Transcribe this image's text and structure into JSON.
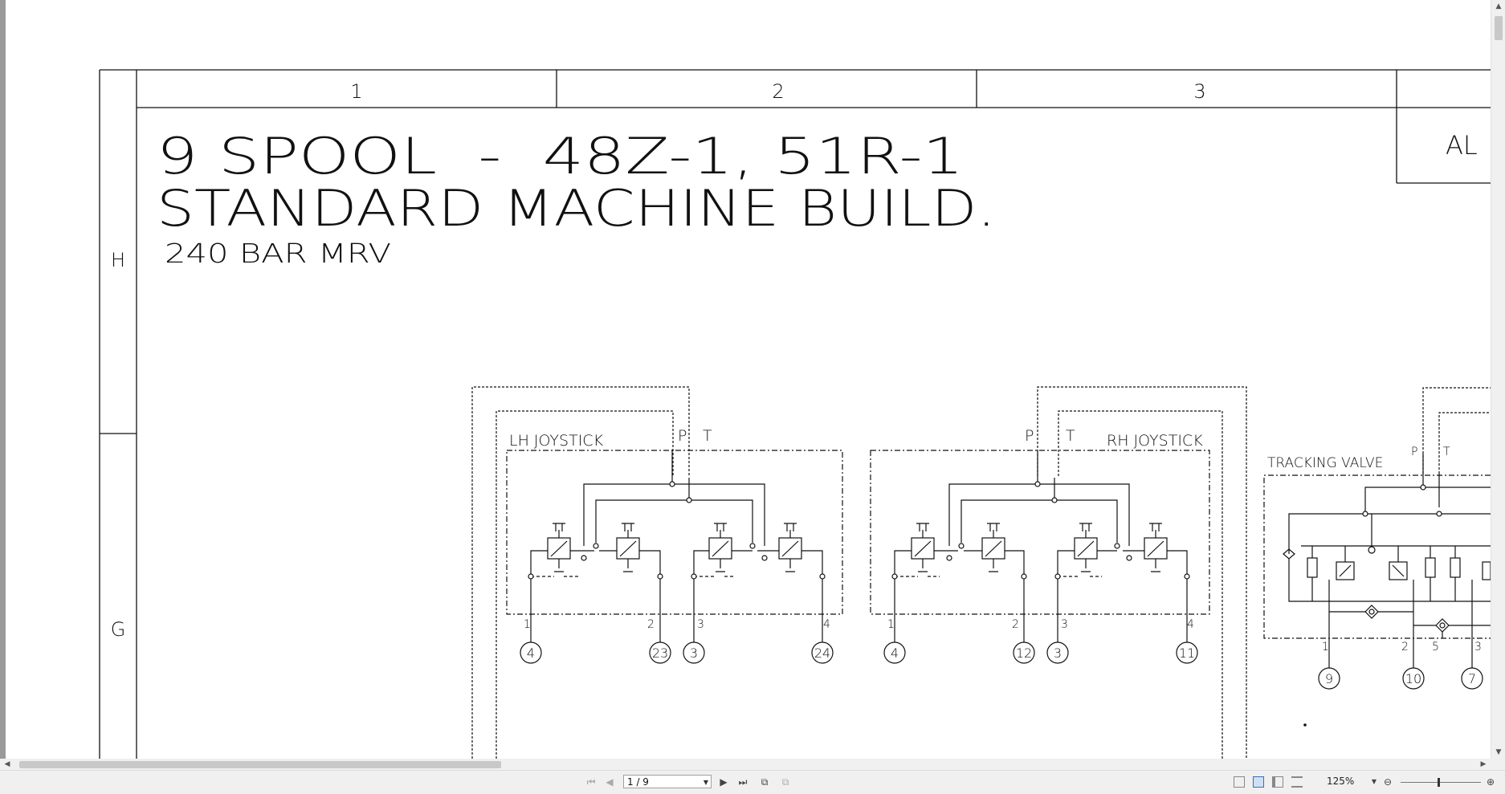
{
  "drawing": {
    "column_labels": [
      "1",
      "2",
      "3"
    ],
    "row_labels": [
      "H",
      "G"
    ],
    "title_line1": "9 SPOOL  -  48Z-1, 51R-1",
    "title_line2": "STANDARD MACHINE BUILD.",
    "subtitle": "240 BAR MRV",
    "title_block_fragment": "AL",
    "lh_joystick": {
      "label": "LH JOYSTICK",
      "p_label": "P",
      "t_label": "T",
      "port_numbers": [
        "1",
        "2",
        "3",
        "4"
      ],
      "connectors": [
        "4",
        "23",
        "3",
        "24"
      ]
    },
    "rh_joystick": {
      "label": "RH JOYSTICK",
      "p_label": "P",
      "t_label": "T",
      "port_numbers": [
        "1",
        "2",
        "3",
        "4"
      ],
      "connectors": [
        "4",
        "12",
        "3",
        "11"
      ]
    },
    "tracking_valve": {
      "label": "TRACKING VALVE",
      "p_label": "P",
      "t_label": "T",
      "port_numbers": [
        "1",
        "2",
        "5",
        "3"
      ],
      "connectors": [
        "9",
        "10",
        "7"
      ]
    }
  },
  "toolbar": {
    "first_page_icon": "first-page-icon",
    "prev_page_icon": "prev-page-icon",
    "page_indicator": "1 / 9",
    "next_page_icon": "next-page-icon",
    "last_page_icon": "last-page-icon",
    "zoom_level": "125%",
    "zoom_fraction": 0.47
  }
}
